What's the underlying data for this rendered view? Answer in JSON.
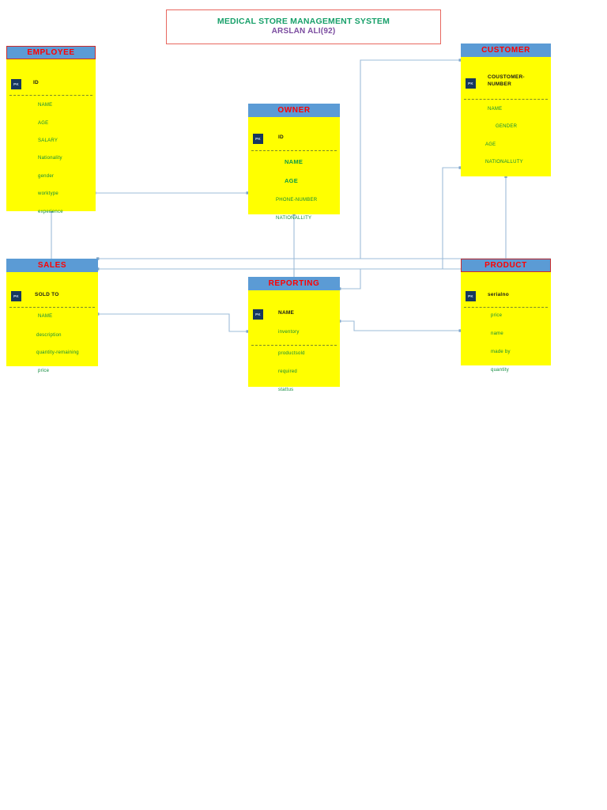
{
  "title": {
    "main": "MEDICAL STORE MANAGEMENT SYSTEM",
    "sub": "ARSLAN ALI(92)"
  },
  "colors": {
    "header_fill": "#5b9bd5",
    "header_text": "#ff0000",
    "body_fill": "#ffff00",
    "attribute_text": "#0f8a3c",
    "pk_badge_fill": "#17375e",
    "connector": "#9ebcd8",
    "title_border": "#e8675f",
    "title_main_text": "#18a06a",
    "title_sub_text": "#7b4ca0",
    "entity_border_red": "#cc2b2b"
  },
  "entities": {
    "employee": {
      "name": "EMPLOYEE",
      "pk_badge": "PK",
      "pk_field": "ID",
      "attributes": [
        "NAME",
        "AGE",
        "SALARY",
        "Nationality",
        "gender",
        "worktype",
        "experience"
      ]
    },
    "owner": {
      "name": "OWNER",
      "pk_badge": "PK",
      "pk_field": "ID",
      "attributes": [
        "NAME",
        "AGE",
        "PHONE-NUMBER",
        "NATIONALLITY"
      ]
    },
    "customer": {
      "name": "CUSTOMER",
      "pk_badge": "PK",
      "pk_field_line1": "COUSTOMER-",
      "pk_field_line2": "NUMBER",
      "attributes": [
        "NAME",
        "GENDER",
        "AGE",
        "NATIONALLUTY"
      ]
    },
    "sales": {
      "name": "SALES",
      "pk_badge": "PK",
      "pk_field": "SOLD TO",
      "attributes": [
        "NAME",
        "description",
        "quantity-remaining",
        "price"
      ]
    },
    "reporting": {
      "name": "REPORTING",
      "pk_badge": "PK",
      "pk_field": "NAME",
      "above_line": [
        "inventory"
      ],
      "attributes": [
        "productsold",
        "required",
        "stattus"
      ]
    },
    "product": {
      "name": "PRODUCT",
      "pk_badge": "PK",
      "pk_field": "serialno",
      "attributes": [
        "price",
        "name",
        "made by",
        "quantity"
      ]
    }
  }
}
